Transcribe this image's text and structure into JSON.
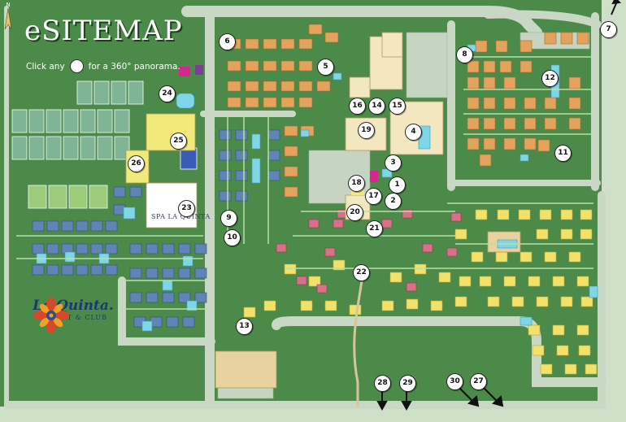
{
  "header": {
    "title": "eSITEMAP",
    "instruction_before": "Click any",
    "instruction_after": "for a 360° panorama."
  },
  "logo": {
    "name": "La Quinta.",
    "tagline": "RESORT & CLUB"
  },
  "spa_label": "SPA LA QUINTA",
  "compass_label": "N",
  "markers": [
    "1",
    "2",
    "3",
    "4",
    "5",
    "6",
    "7",
    "8",
    "9",
    "10",
    "11",
    "12",
    "13",
    "14",
    "15",
    "16",
    "17",
    "18",
    "19",
    "20",
    "21",
    "22",
    "23",
    "24",
    "25",
    "26",
    "27",
    "28",
    "29",
    "30"
  ],
  "colors": {
    "grass": "#4c8a4a",
    "road": "#c9d7c5",
    "path": "#b8e0a4",
    "casita_orange": "#e4a35c",
    "casita_yellow": "#f2e26a",
    "casita_pink": "#d9708a",
    "casita_blue": "#5f84b5",
    "pool": "#7fd6e8",
    "tennis": "#7fb595",
    "marker_fill": "#ffffff"
  }
}
